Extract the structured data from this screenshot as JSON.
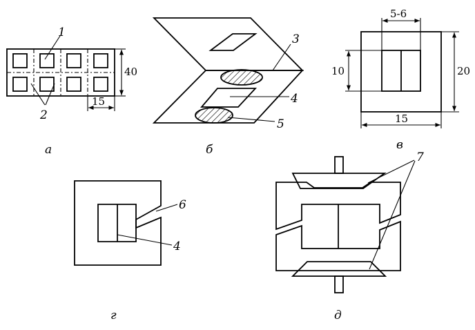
{
  "captions": {
    "a": "а",
    "b": "б",
    "v": "в",
    "g": "г",
    "d": "д"
  },
  "labels": {
    "l1": "1",
    "l2": "2",
    "l3": "3",
    "l4": "4",
    "l4g": "4",
    "l5": "5",
    "l6": "6",
    "l7": "7"
  },
  "dimensions": {
    "a_height": "40",
    "a_width": "15",
    "v_top": "5-6",
    "v_left": "10",
    "v_right": "20",
    "v_bottom": "15"
  }
}
